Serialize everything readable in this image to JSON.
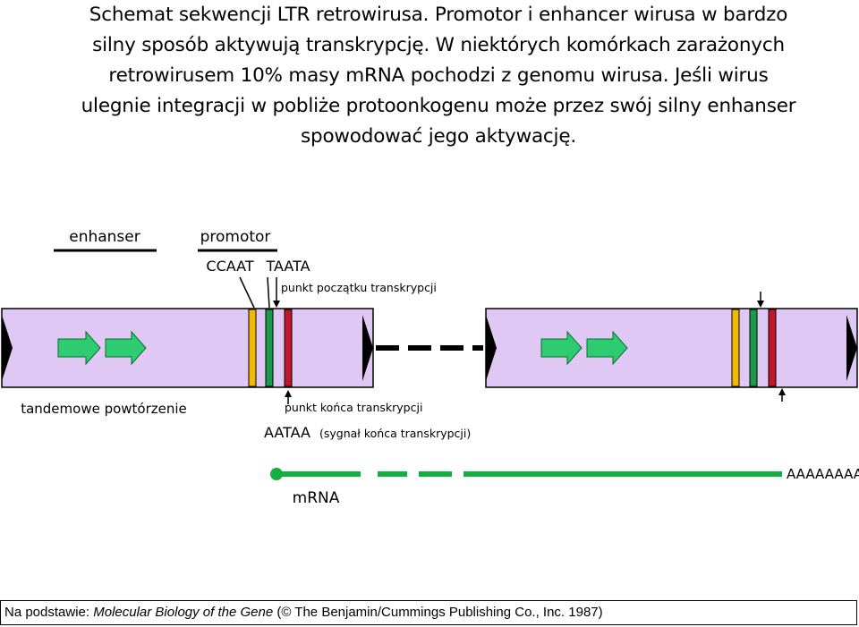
{
  "heading": {
    "line1": "Schemat sekwencji LTR retrowirusa. Promotor i enhancer wirusa w bardzo",
    "line2": "silny sposób aktywują transkrypcję. W niektórych komórkach zarażonych",
    "line3": "retrowirusem 10% masy mRNA pochodzi z genomu wirusa. Jeśli wirus",
    "line4": "ulegnie integracji w pobliże protoonkogenu może przez swój silny enhanser",
    "line5": "spowodować jego aktywację."
  },
  "diagram": {
    "enhancer_label": "enhanser",
    "promoter_label": "promotor",
    "ccaat_label": "CCAAT",
    "taata_label": "TAATA",
    "start_label": "punkt  początku transkrypcji",
    "tandem_label": "tandemowe powtórzenie",
    "end_label": "punkt końca transkrypcji",
    "aataa_label": "AATAA",
    "signal_label": "(sygnał końca transkrypcji)",
    "mrna_label": "mRNA",
    "polya_label": "AAAAAAAA",
    "colors": {
      "ltr_fill": "#e0c8f4",
      "arrow": "#2ecc71",
      "ccaat_box": "#f5b800",
      "taata_box": "#1a9a4a",
      "end_box": "#c0182a",
      "mrna": "#12b040",
      "dash": "#000000"
    }
  },
  "footer": {
    "prefix": "Na podstawie: ",
    "source": "Molecular Biology of the Gene",
    "suffix": " (© The Benjamin/Cummings Publishing Co., Inc. 1987)"
  }
}
